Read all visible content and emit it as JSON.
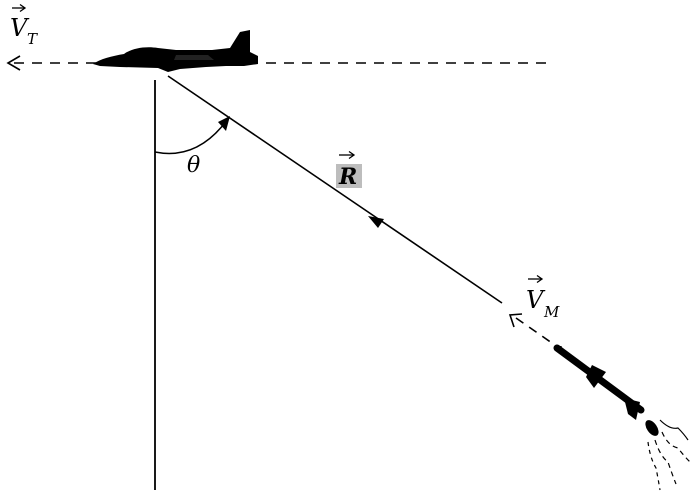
{
  "diagram": {
    "labels": {
      "target_velocity": {
        "symbol": "V",
        "subscript": "T"
      },
      "range_vector": {
        "symbol": "R"
      },
      "angle": "θ",
      "missile_velocity": {
        "symbol": "V",
        "subscript": "M"
      }
    },
    "colors": {
      "ink": "#000000",
      "label_highlight": "#bdbdbd",
      "background": "#ffffff"
    },
    "icons": [
      "jet-aircraft-icon",
      "missile-icon",
      "exhaust-plume-icon",
      "arrow-icon"
    ]
  }
}
